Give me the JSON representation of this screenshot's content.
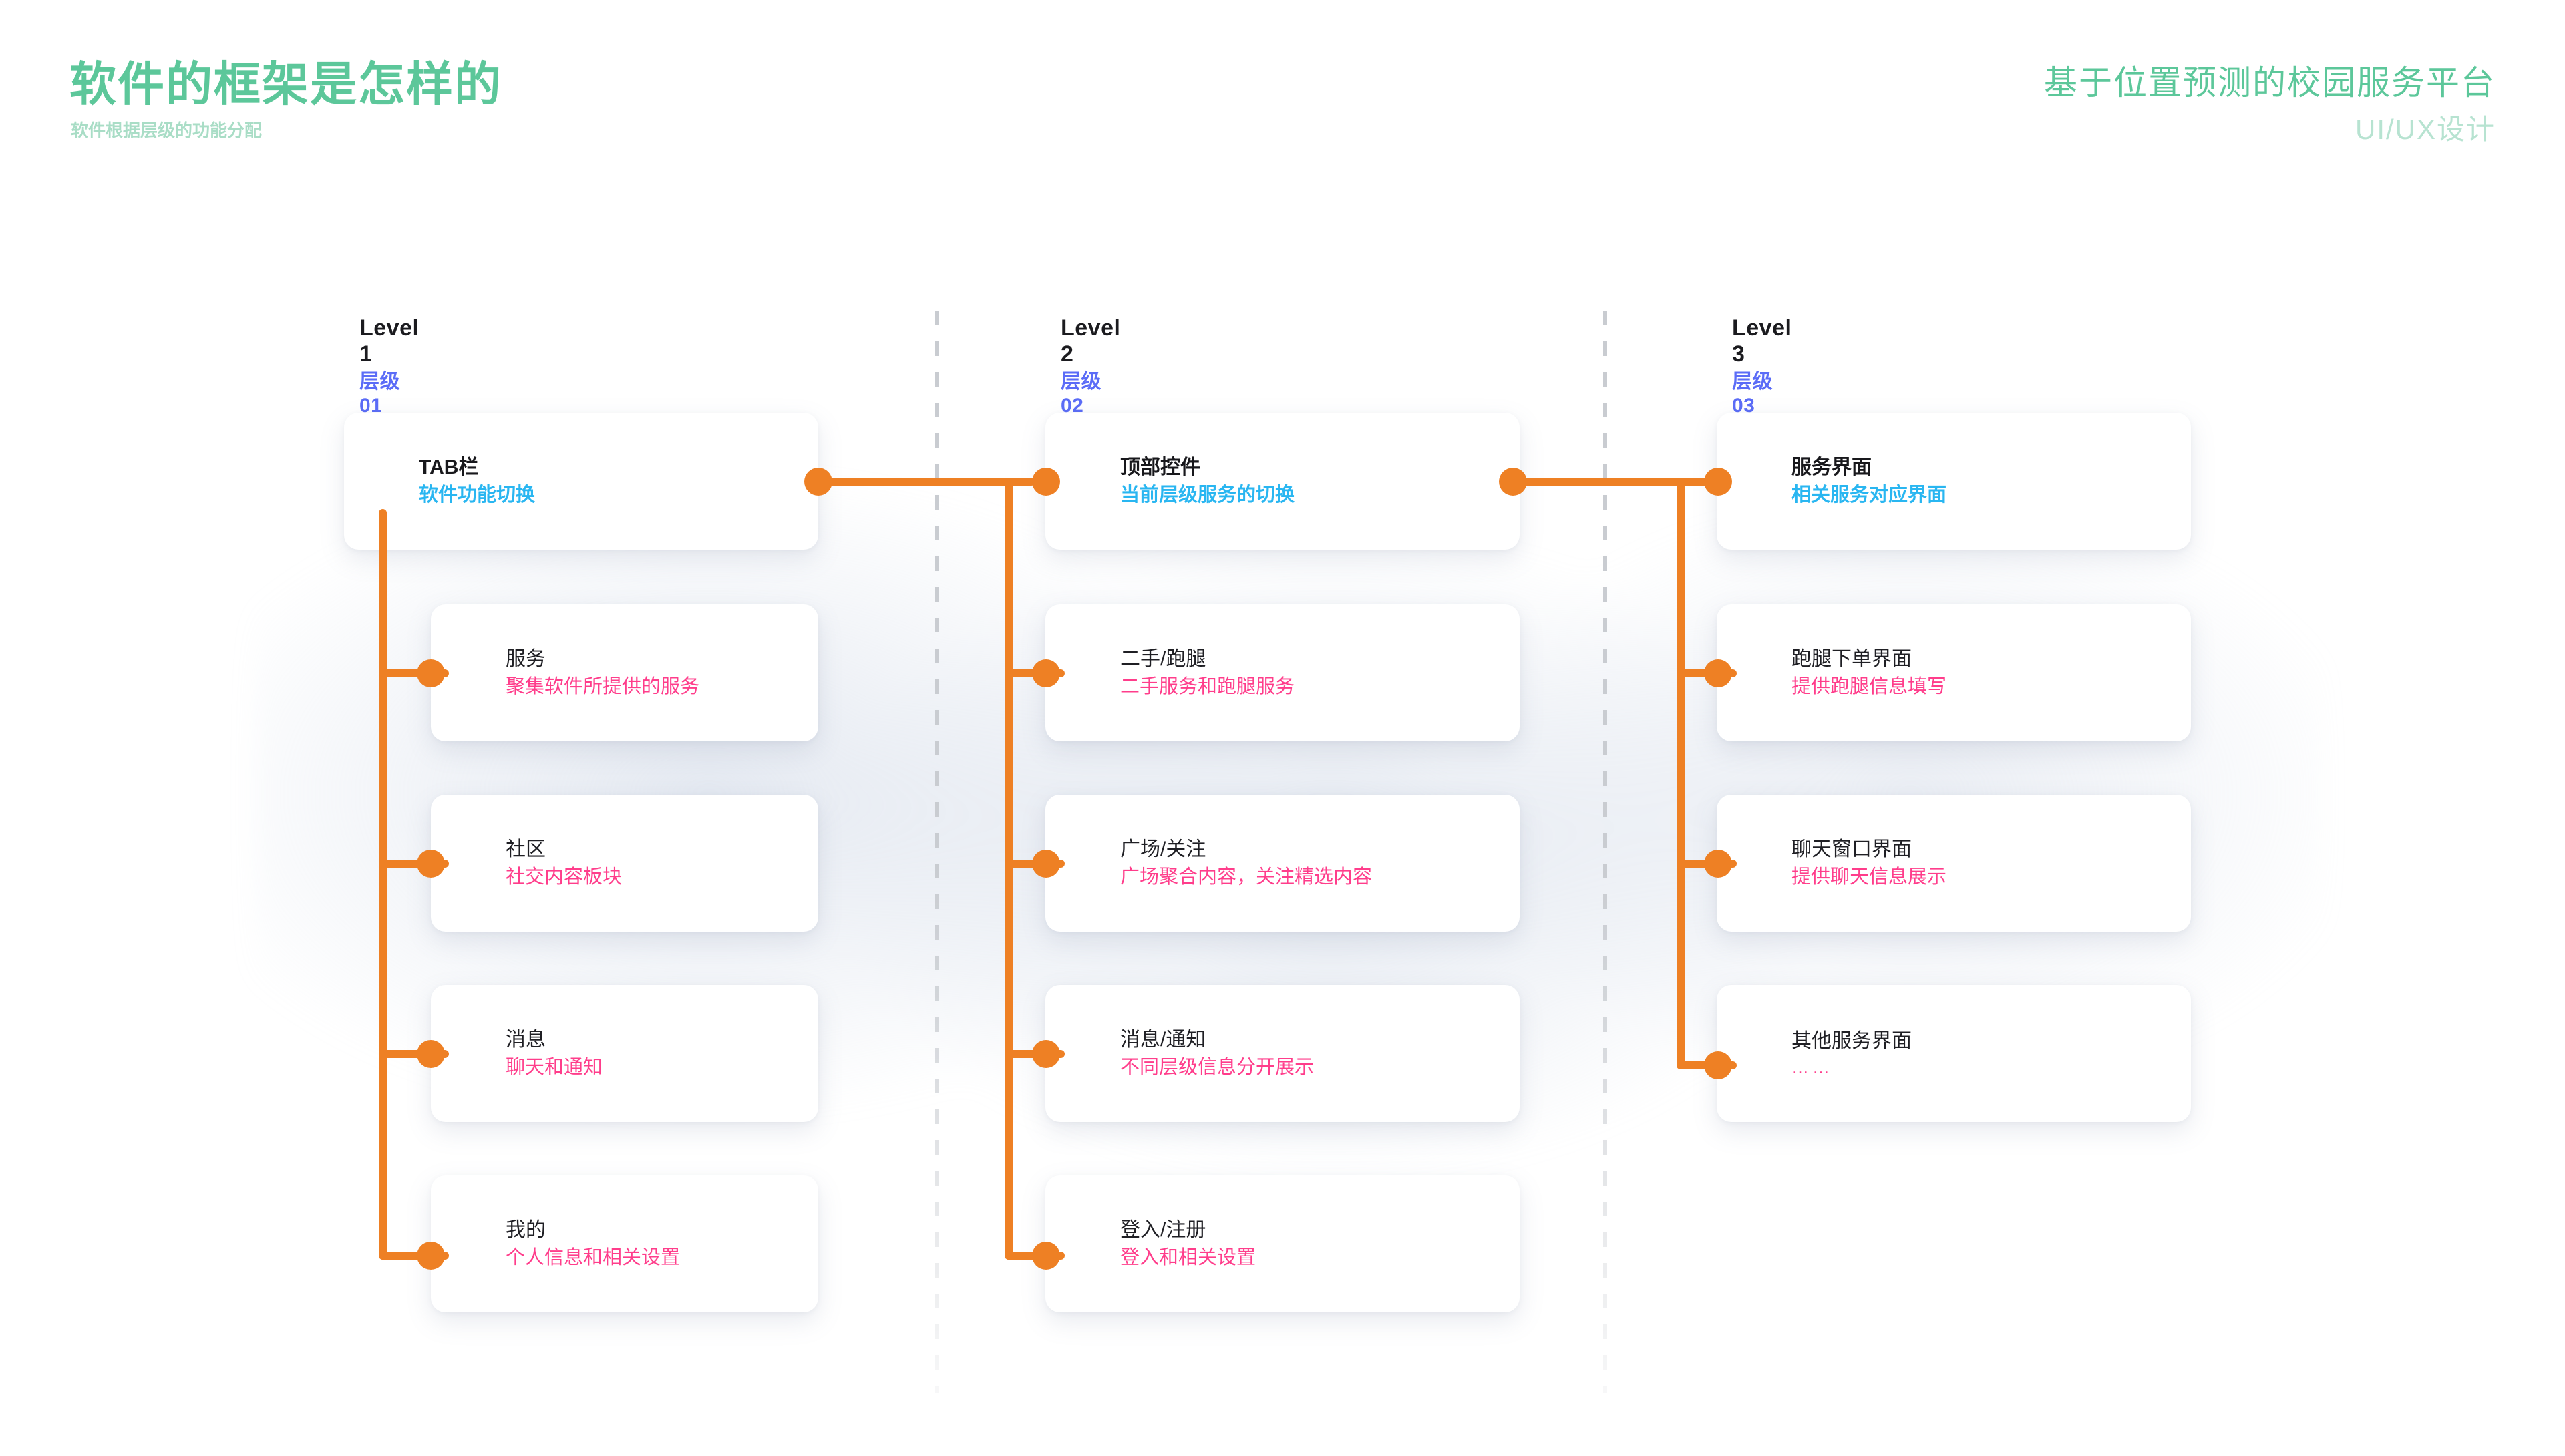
{
  "header": {
    "main_title": "软件的框架是怎样的",
    "sub_title": "软件根据层级的功能分配",
    "project_title": "基于位置预测的校园服务平台",
    "project_subtitle": "UI/UX设计"
  },
  "colors": {
    "title_green": "#5cc79a",
    "subtitle_green": "#a9ddc6",
    "level_blue": "#5b6cf7",
    "head_desc_cyan": "#29b6f1",
    "sub_desc_pink": "#ff3d8b",
    "connector_orange": "#ee8024",
    "divider_gray": "#c9ccd1",
    "card_white": "#ffffff"
  },
  "columns": [
    {
      "level_en": "Level 1",
      "level_cn": "层级01",
      "head": {
        "title": "TAB栏",
        "desc": "软件功能切换"
      },
      "items": [
        {
          "title": "服务",
          "desc": "聚集软件所提供的服务"
        },
        {
          "title": "社区",
          "desc": "社交内容板块"
        },
        {
          "title": "消息",
          "desc": "聊天和通知"
        },
        {
          "title": "我的",
          "desc": "个人信息和相关设置"
        }
      ]
    },
    {
      "level_en": "Level 2",
      "level_cn": "层级02",
      "head": {
        "title": "顶部控件",
        "desc": "当前层级服务的切换"
      },
      "items": [
        {
          "title": "二手/跑腿",
          "desc": "二手服务和跑腿服务"
        },
        {
          "title": "广场/关注",
          "desc": "广场聚合内容，关注精选内容"
        },
        {
          "title": "消息/通知",
          "desc": "不同层级信息分开展示"
        },
        {
          "title": "登入/注册",
          "desc": "登入和相关设置"
        }
      ]
    },
    {
      "level_en": "Level 3",
      "level_cn": "层级03",
      "head": {
        "title": "服务界面",
        "desc": "相关服务对应界面"
      },
      "items": [
        {
          "title": "跑腿下单界面",
          "desc": "提供跑腿信息填写"
        },
        {
          "title": "聊天窗口界面",
          "desc": "提供聊天信息展示"
        },
        {
          "title": "其他服务界面",
          "desc": "……"
        }
      ]
    }
  ]
}
